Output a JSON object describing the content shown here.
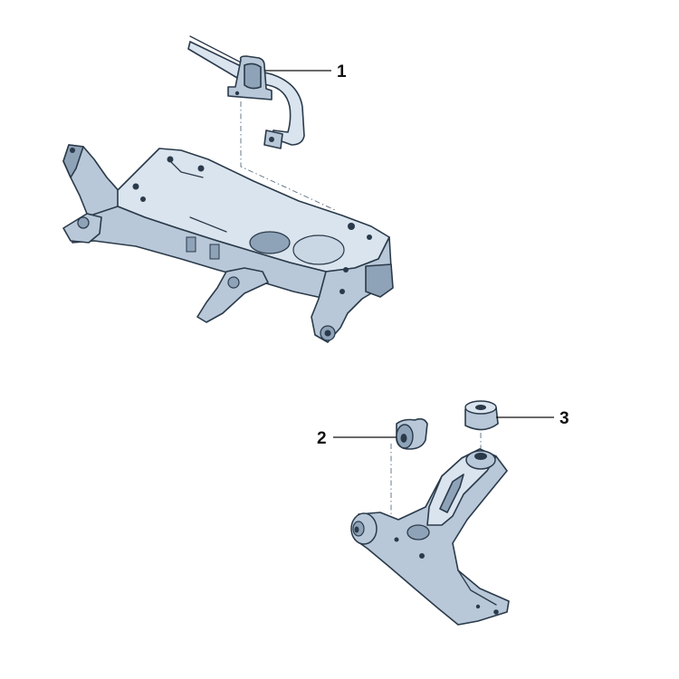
{
  "callouts": {
    "stabilizer_bushing": "1",
    "front_bushing": "2",
    "rear_bushing": "3"
  },
  "colors": {
    "part_fill": "#b9c8d8",
    "part_light": "#dae4ee",
    "part_dark": "#8fa3b8",
    "outline": "#2a3a4a"
  }
}
